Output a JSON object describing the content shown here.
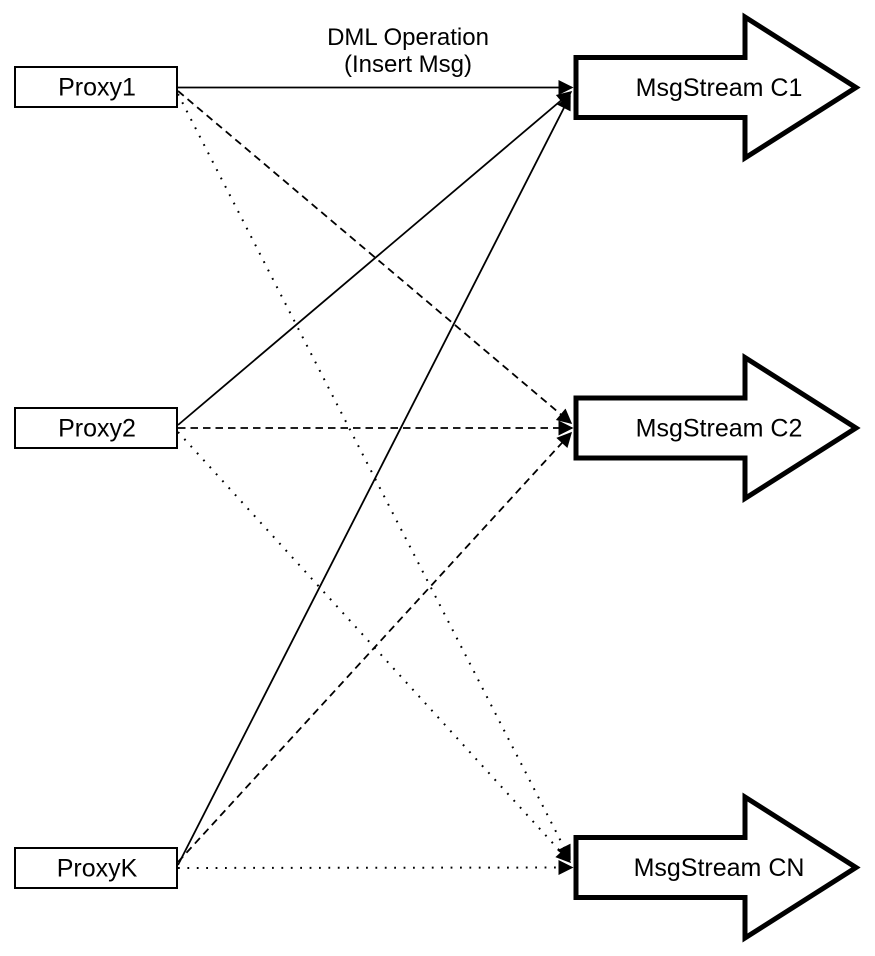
{
  "title": {
    "line1": "DML Operation",
    "line2": "(Insert Msg)"
  },
  "proxies": [
    {
      "id": "proxy1",
      "label": "Proxy1"
    },
    {
      "id": "proxy2",
      "label": "Proxy2"
    },
    {
      "id": "proxyk",
      "label": "ProxyK"
    }
  ],
  "streams": [
    {
      "id": "c1",
      "label": "MsgStream C1"
    },
    {
      "id": "c2",
      "label": "MsgStream C2"
    },
    {
      "id": "cn",
      "label": "MsgStream CN"
    }
  ],
  "edges": [
    {
      "from": "Proxy1",
      "to": "MsgStream C1",
      "style": "solid"
    },
    {
      "from": "Proxy2",
      "to": "MsgStream C1",
      "style": "solid"
    },
    {
      "from": "ProxyK",
      "to": "MsgStream C1",
      "style": "solid"
    },
    {
      "from": "Proxy1",
      "to": "MsgStream C2",
      "style": "dashed"
    },
    {
      "from": "Proxy2",
      "to": "MsgStream C2",
      "style": "dashed"
    },
    {
      "from": "ProxyK",
      "to": "MsgStream C2",
      "style": "dashed"
    },
    {
      "from": "Proxy1",
      "to": "MsgStream CN",
      "style": "dotted"
    },
    {
      "from": "Proxy2",
      "to": "MsgStream CN",
      "style": "dotted"
    },
    {
      "from": "ProxyK",
      "to": "MsgStream CN",
      "style": "dotted"
    }
  ],
  "colors": {
    "line": "#000000",
    "shape_fill": "#ffffff",
    "background": "#ffffff"
  }
}
